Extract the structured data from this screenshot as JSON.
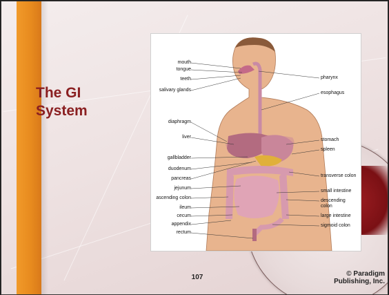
{
  "slide": {
    "title_line1": "The GI",
    "title_line2": "System",
    "page_number": "107",
    "copyright_line1": "© Paradigm",
    "copyright_line2": "Publishing, Inc."
  },
  "figure": {
    "labels_left": [
      "mouth",
      "tongue",
      "teeth",
      "salivary glands",
      "diaphragm",
      "liver",
      "gallbladder",
      "duodenum",
      "pancreas",
      "jejunum",
      "ascending colon",
      "ileum",
      "cecum",
      "appendix",
      "rectum"
    ],
    "labels_right": [
      "pharynx",
      "esophagus",
      "stomach",
      "spleen",
      "transverse colon",
      "small intestine",
      "descending colon",
      "large intestine",
      "sigmoid colon"
    ],
    "colors": {
      "skin": "#e8b48e",
      "organ": "#c9869a",
      "liver": "#b36b80",
      "pancreas": "#e0b03a"
    }
  }
}
